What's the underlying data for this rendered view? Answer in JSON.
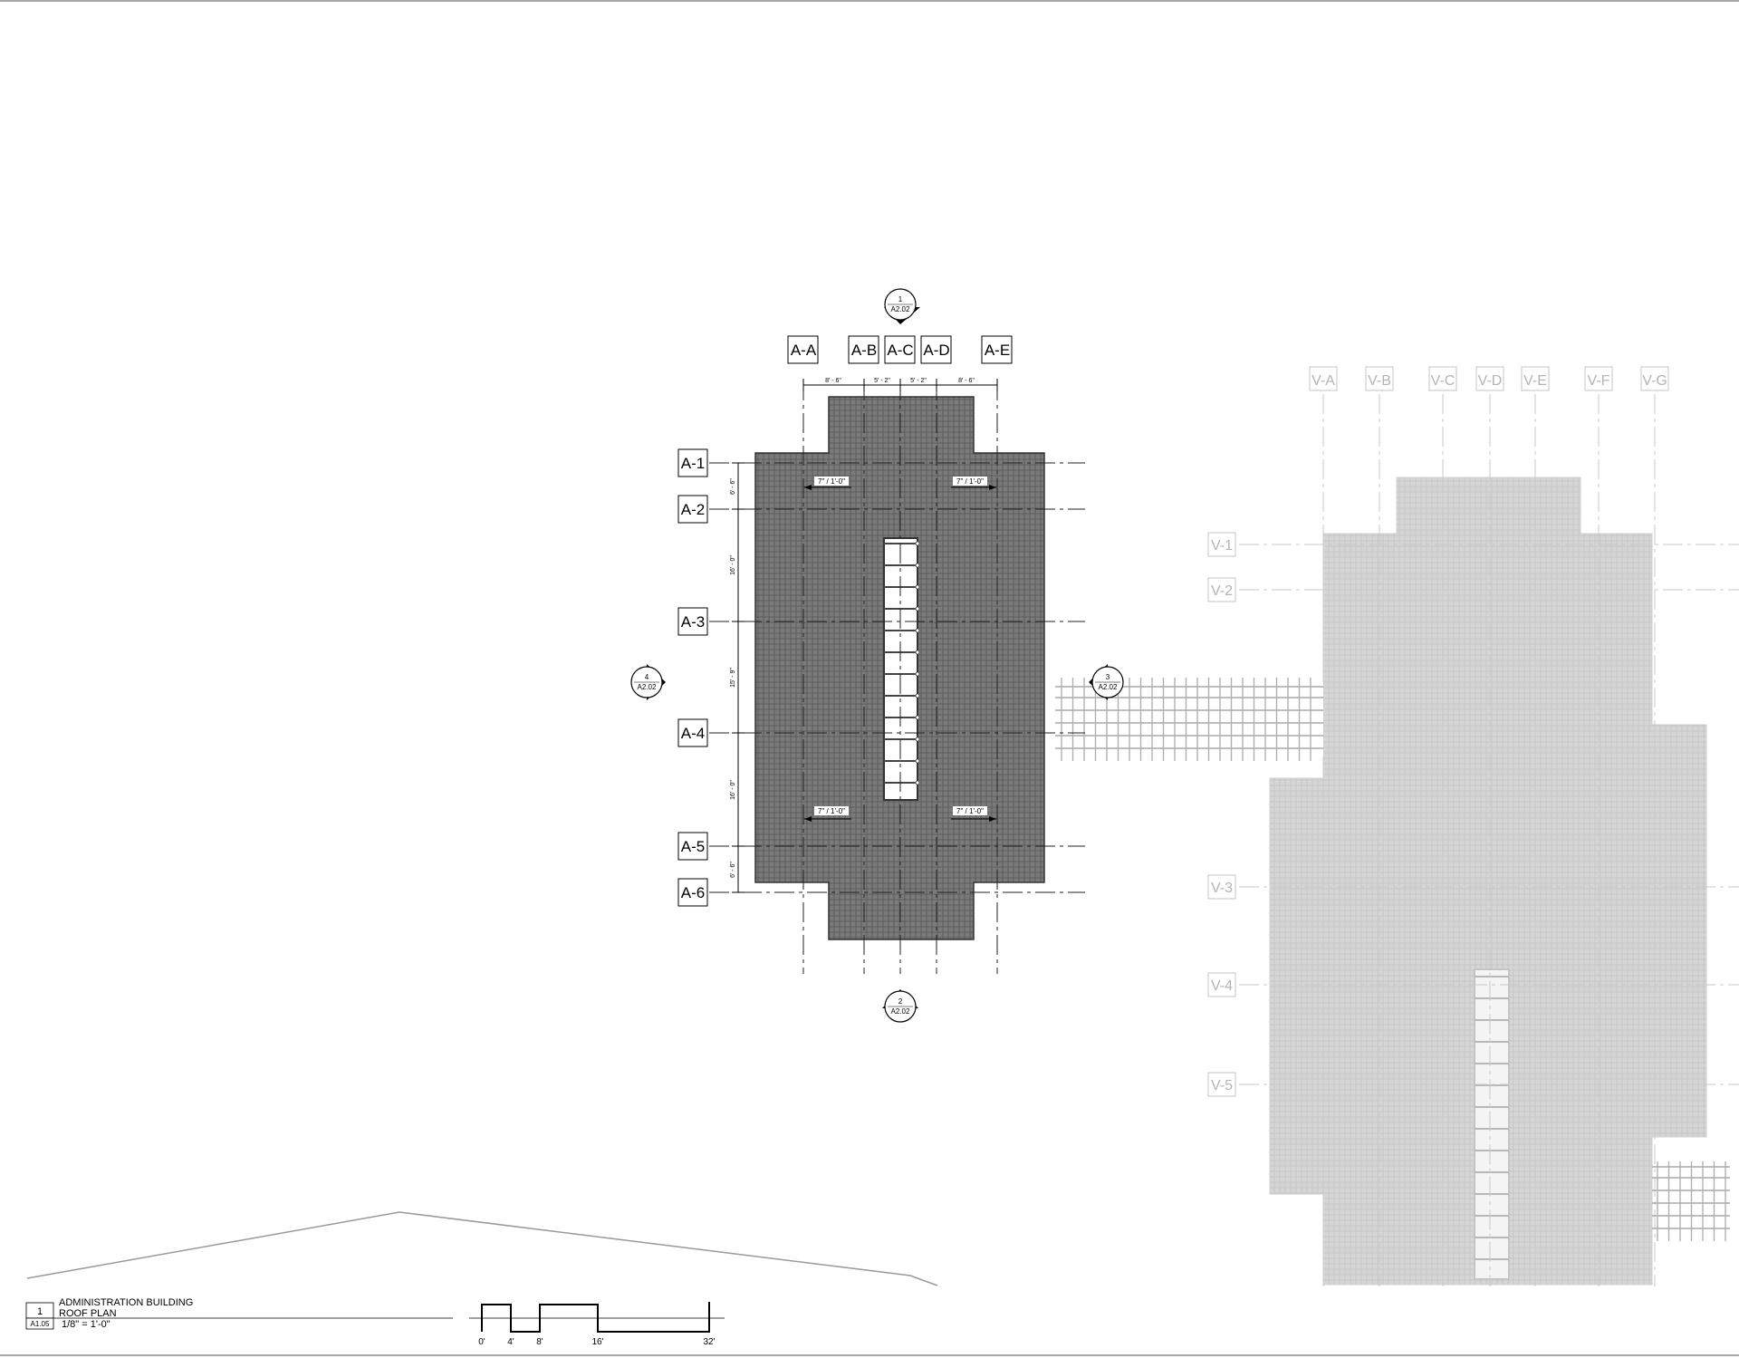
{
  "drawing": {
    "title_number": "1",
    "sheet_ref": "A1.05",
    "title_line1": "ADMINISTRATION BUILDING",
    "title_line2": "ROOF PLAN",
    "scale_text": "1/8\" = 1'-0\""
  },
  "scale_bar": {
    "labels": [
      "0'",
      "4'",
      "8'",
      "16'",
      "32'"
    ]
  },
  "admin_grid": {
    "columns": [
      "A-A",
      "A-B",
      "A-C",
      "A-D",
      "A-E"
    ],
    "rows": [
      "A-1",
      "A-2",
      "A-3",
      "A-4",
      "A-5",
      "A-6"
    ],
    "column_dims": [
      "8' - 6\"",
      "5' - 2\"",
      "5' - 2\"",
      "8' - 6\""
    ],
    "row_dims": [
      "6' - 6\"",
      "16' - 0\"",
      "15' - 9\"",
      "16' - 0\"",
      "6' - 6\""
    ],
    "slope_labels": [
      "7\" / 1'-0\"",
      "7\" / 1'-0\"",
      "7\" / 1'-0\"",
      "7\" / 1'-0\""
    ]
  },
  "section_markers": [
    {
      "number": "1",
      "sheet": "A2.02",
      "direction": "down"
    },
    {
      "number": "2",
      "sheet": "A2.02",
      "direction": "up"
    },
    {
      "number": "3",
      "sheet": "A2.02",
      "direction": "left"
    },
    {
      "number": "4",
      "sheet": "A2.02",
      "direction": "right"
    }
  ],
  "visitor_grid": {
    "columns": [
      "V-A",
      "V-B",
      "V-C",
      "V-D",
      "V-E",
      "V-F",
      "V-G"
    ],
    "rows": [
      "V-1",
      "V-2",
      "V-3",
      "V-4",
      "V-5"
    ]
  },
  "colors": {
    "roof_dark": "#6f6f6f",
    "roof_light": "#d2d2d2",
    "line": "#000000",
    "ghost": "#b4b4b4"
  }
}
